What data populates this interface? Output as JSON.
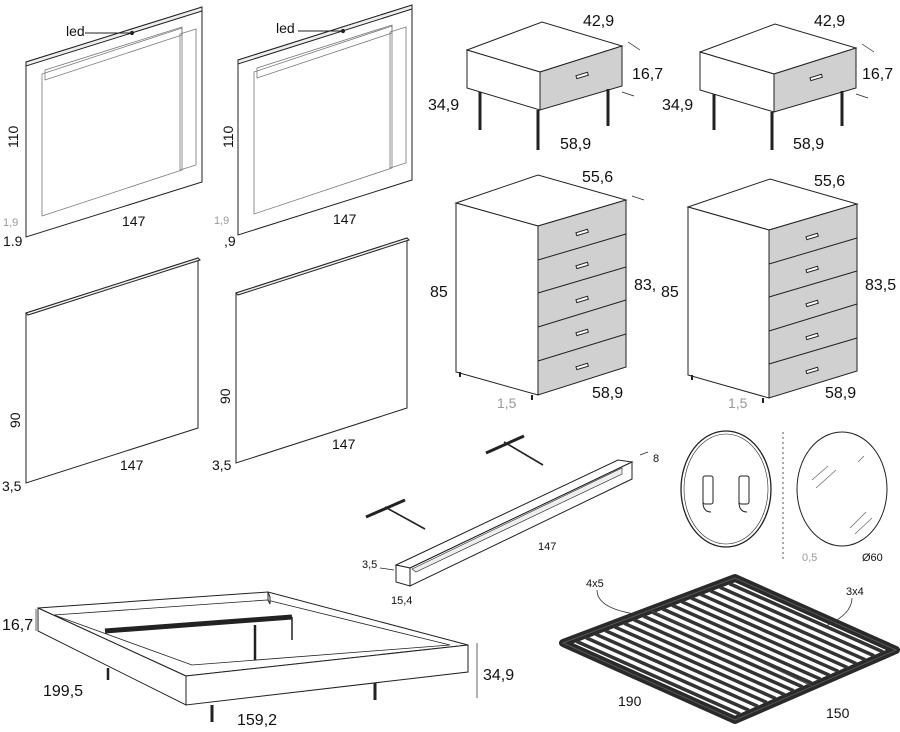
{
  "headboard_led_1": {
    "led": "led",
    "height": "110",
    "width": "147",
    "depth_gray": "1,9",
    "depth": "1.9"
  },
  "headboard_led_2": {
    "led": "led",
    "height": "110",
    "width": "147",
    "depth_gray": "1,9",
    "depth": ",9"
  },
  "headboard_plain_1": {
    "height": "90",
    "width": "147",
    "depth": "3,5"
  },
  "headboard_plain_2": {
    "height": "90",
    "width": "147",
    "depth": "3,5"
  },
  "nightstand_1": {
    "depth": "42,9",
    "drawer_height": "16,7",
    "height": "34,9",
    "width": "58,9"
  },
  "nightstand_2": {
    "depth": "42,9",
    "drawer_height": "16,7",
    "height": "34,9",
    "width": "58,9"
  },
  "chest_1": {
    "depth": "55,6",
    "height": "85",
    "front_height": "83,",
    "width": "58,9",
    "foot": "1,5"
  },
  "chest_2": {
    "depth": "55,6",
    "height": "85",
    "front_height": "83,5",
    "width": "58,9",
    "foot": "1,5"
  },
  "shelf": {
    "thickness": "8",
    "length": "147",
    "height": "3,5",
    "depth": "15,4"
  },
  "mirror": {
    "thickness": "0,5",
    "diameter": "Ø60"
  },
  "bed_frame": {
    "height": "16,7",
    "length": "199,5",
    "width": "159,2",
    "total_height": "34,9"
  },
  "slat_base": {
    "tube_1": "4x5",
    "tube_2": "3x4",
    "length": "190",
    "width": "150"
  },
  "colors": {
    "line": "#222222",
    "front_gray": "#d0d0d0",
    "panel": "#ffffff",
    "frame_dark": "#2a2a2a"
  }
}
